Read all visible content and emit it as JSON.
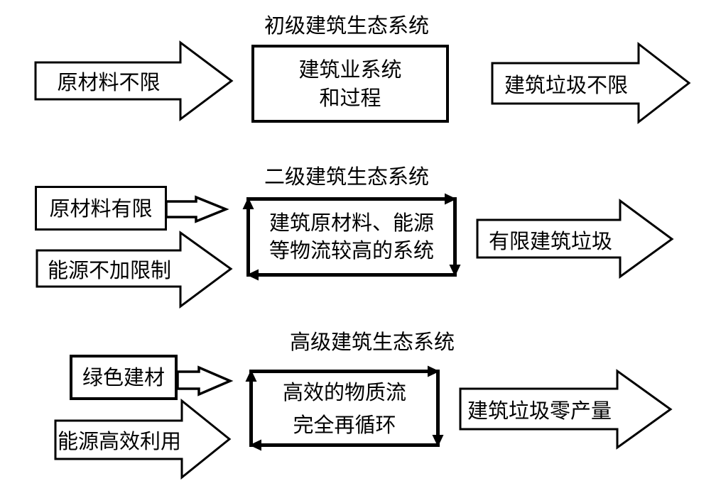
{
  "colors": {
    "ink": "#000000",
    "background": "#ffffff"
  },
  "sections": [
    {
      "title": "初级建筑生态系统",
      "input_arrow_label": "原材料不限",
      "box_line1": "建筑业系统",
      "box_line2": "和过程",
      "output_arrow_label": "建筑垃圾不限"
    },
    {
      "title": "二级建筑生态系统",
      "input_box_label": "原材料有限",
      "input_arrow_label": "能源不加限制",
      "box_line1": "建筑原材料、能源",
      "box_line2": "等物流较高的系统",
      "output_arrow_label": "有限建筑垃圾"
    },
    {
      "title": "高级建筑生态系统",
      "input_box_label": "绿色建材",
      "input_arrow_label": "能源高效利用",
      "box_line1": "高效的物质流",
      "box_line2": "完全再循环",
      "output_arrow_label": "建筑垃圾零产量"
    }
  ]
}
